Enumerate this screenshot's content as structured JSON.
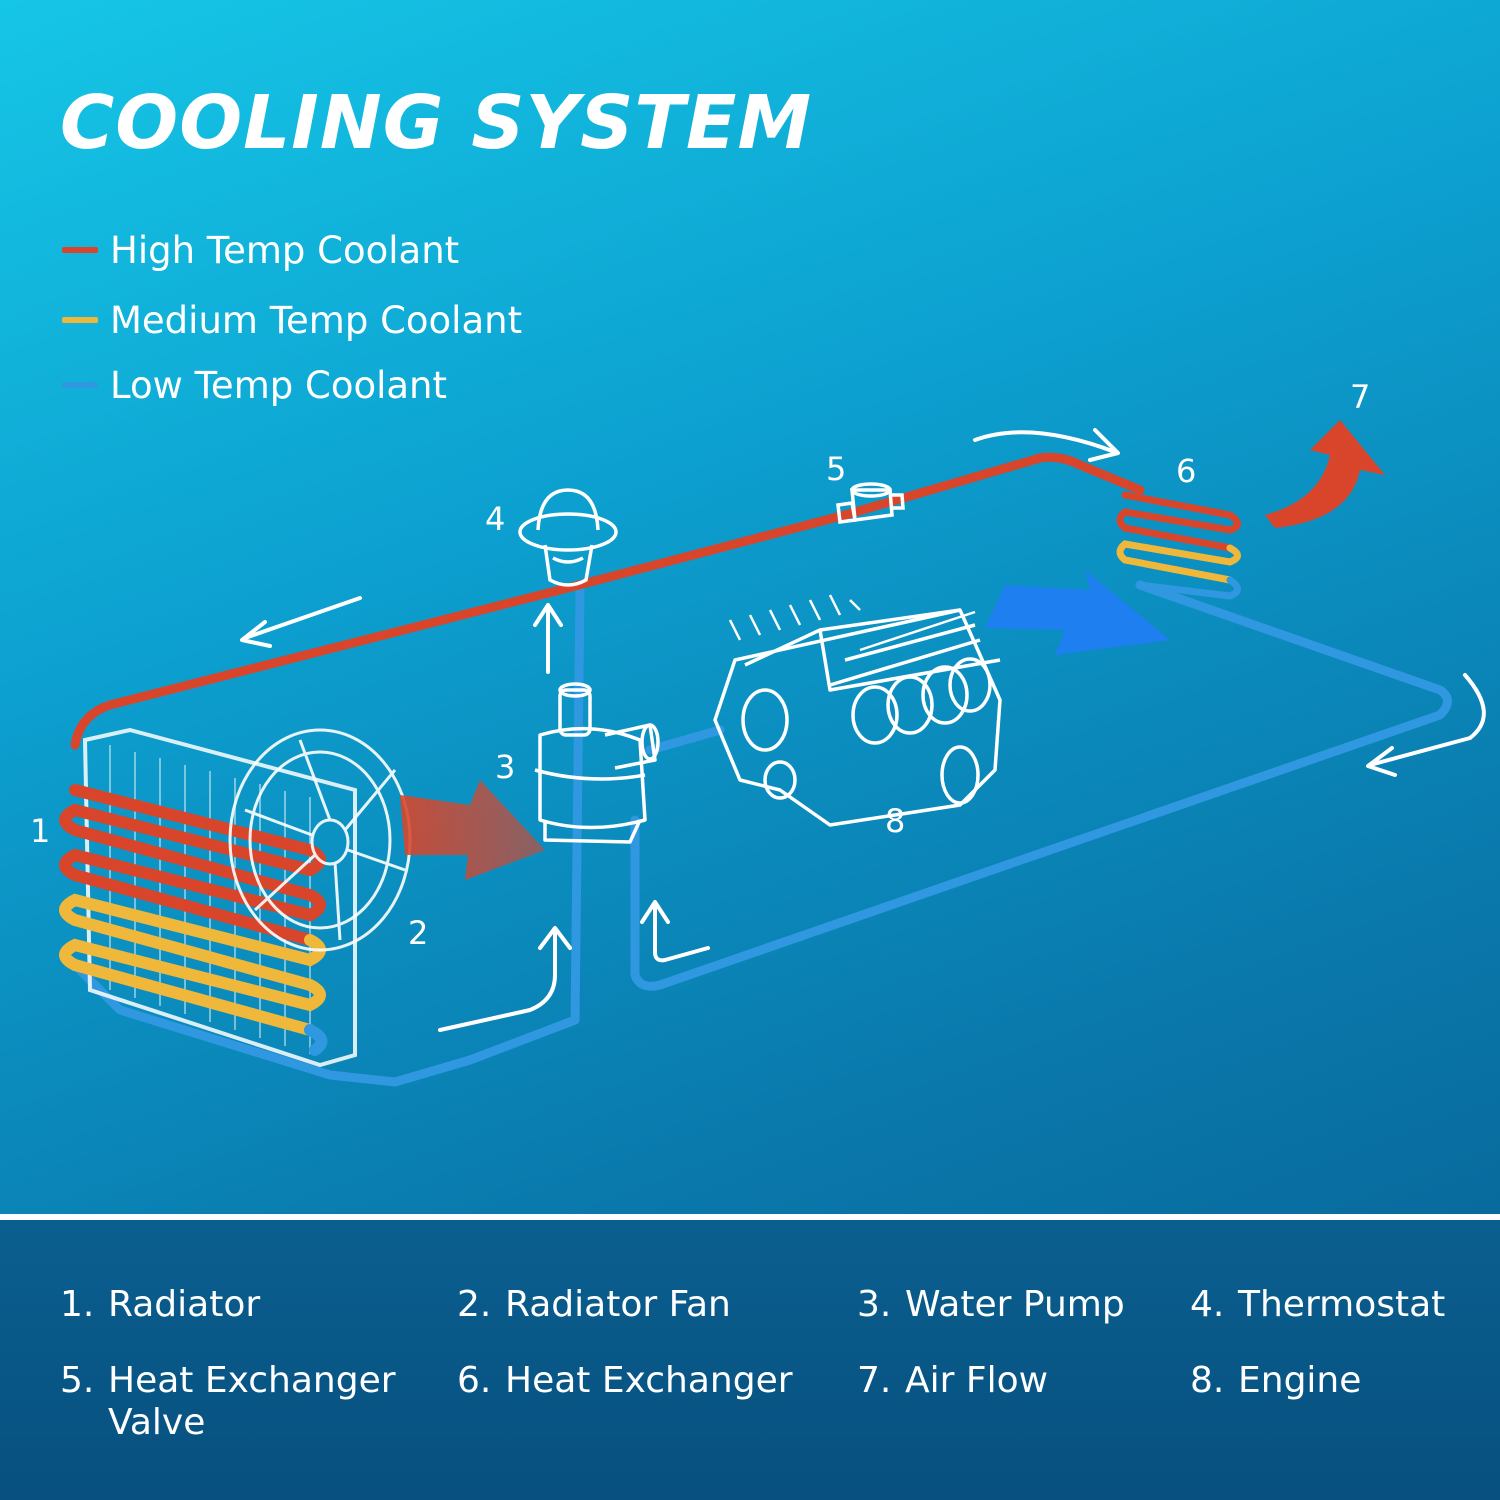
{
  "title": "COOLING SYSTEM",
  "legend": [
    {
      "label": "High Temp Coolant",
      "color": "#d9452b"
    },
    {
      "label": "Medium Temp Coolant",
      "color": "#f0b83a"
    },
    {
      "label": "Low Temp Coolant",
      "color": "#2f98e0"
    }
  ],
  "diagram_numbers": {
    "radiator": "1",
    "radiator_fan": "2",
    "water_pump": "3",
    "thermostat": "4",
    "heat_exchanger_valve": "5",
    "heat_exchanger": "6",
    "air_flow": "7",
    "engine": "8"
  },
  "parts": [
    {
      "num": "1.",
      "name": "Radiator"
    },
    {
      "num": "2.",
      "name": "Radiator Fan"
    },
    {
      "num": "3.",
      "name": "Water Pump"
    },
    {
      "num": "4.",
      "name": "Thermostat"
    },
    {
      "num": "5.",
      "name": "Heat Exchanger Valve"
    },
    {
      "num": "6.",
      "name": "Heat Exchanger"
    },
    {
      "num": "7.",
      "name": "Air Flow"
    },
    {
      "num": "8.",
      "name": "Engine"
    }
  ],
  "colors": {
    "high": "#d9452b",
    "medium": "#f0b83a",
    "low": "#2f98e0",
    "airflow_hot": "#d9452b",
    "airflow_cold": "#1e7ff0"
  }
}
